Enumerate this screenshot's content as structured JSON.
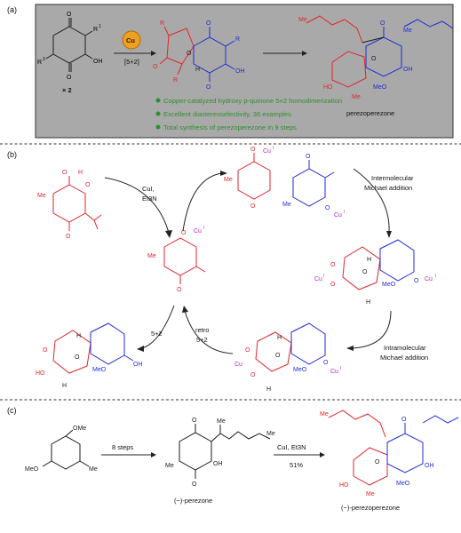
{
  "panels": {
    "a": "(a)",
    "b": "(b)",
    "c": "(c)"
  },
  "panel_a": {
    "catalyst_badge": "Cu",
    "arrow_label": "[5+2]",
    "reagent_multiplier": "× 2",
    "bullets": [
      "Copper-catalyzed hydroxy p-quinone 5+2 homodimerization",
      "Excellent diastereoselectivity, 36 examples",
      "Total synthesis of perezoperezone in 9 steps"
    ],
    "product_name": "perezoperezone",
    "colors": {
      "box_fill": "#a9a9a9",
      "bullet_text": "#2f8f2f",
      "cu_badge": "#f0a020"
    }
  },
  "panel_b": {
    "reagents_line1": "CuI,",
    "reagents_line2": "Et3N",
    "step_intermolecular_1": "Intermolecular",
    "step_intermolecular_2": "Michael addition",
    "step_intramolecular_1": "Intramolecular",
    "step_intramolecular_2": "Michael addition",
    "label_5plus2": "5+2",
    "label_retro_1": "retro",
    "label_retro_2": "5+2",
    "cu_label": "Cu",
    "cu_superscript": "I"
  },
  "panel_c": {
    "arrow1_label": "8 steps",
    "arrow2_label": "CuI, Et3N",
    "arrow2_yield": "51%",
    "name_perezone": "(−)-perezone",
    "name_perezoperezone": "(−)-perezoperezone"
  },
  "atoms": {
    "O": "O",
    "OH": "OH",
    "HO": "HO",
    "Me": "Me",
    "MeO": "MeO",
    "OMe": "OMe",
    "R1": "R",
    "R3": "R",
    "sup1": "1",
    "sup3": "3",
    "H": "H"
  },
  "colors": {
    "red": "#e0262b",
    "blue": "#1f2bd6",
    "black": "#1a1a1a",
    "cu_pink": "#c020c0"
  }
}
